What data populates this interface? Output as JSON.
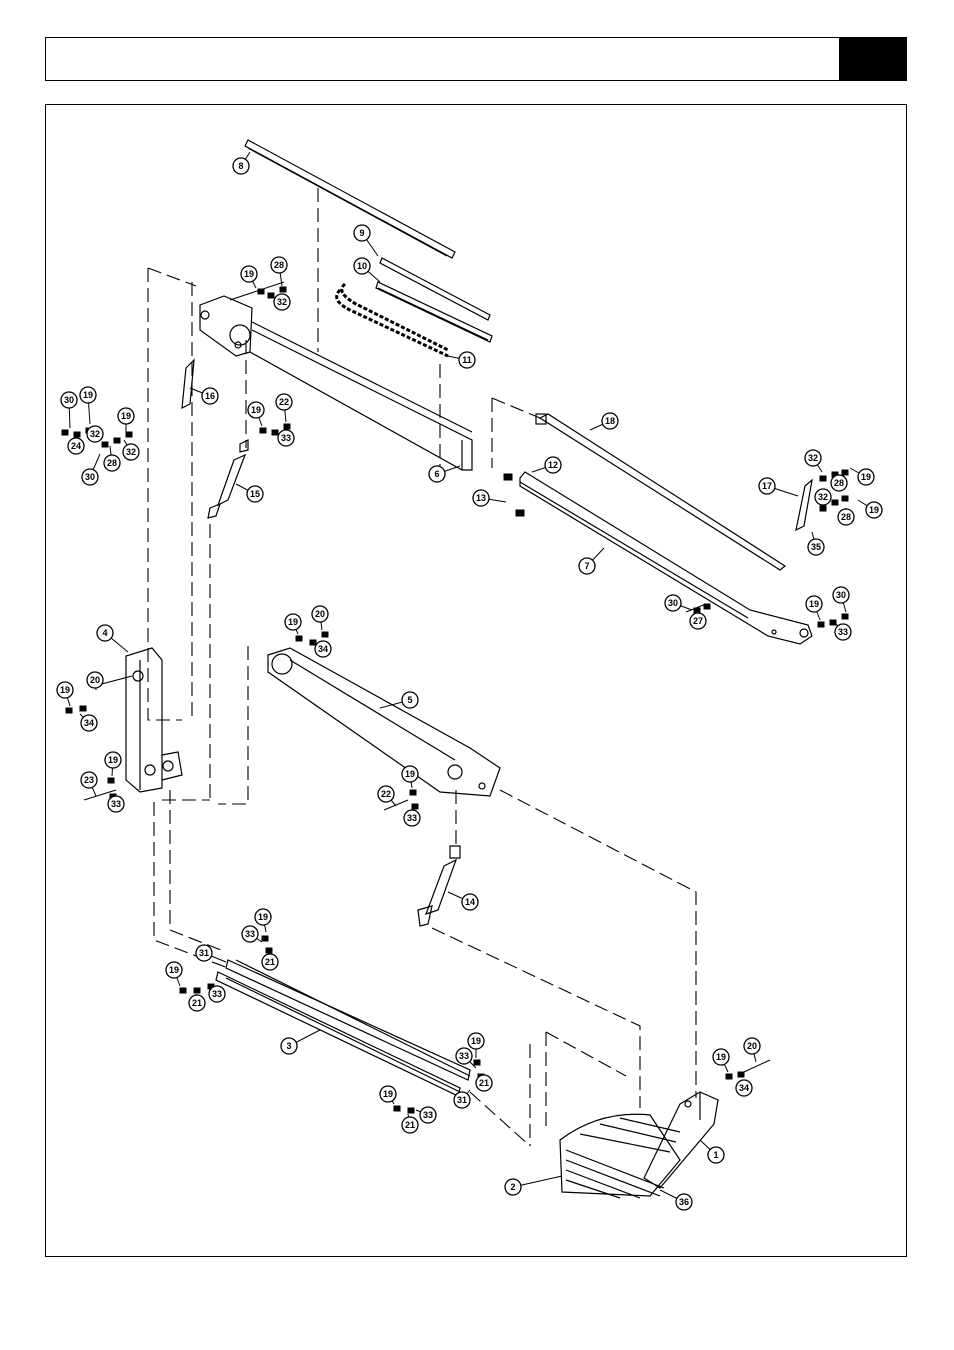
{
  "header": {
    "title": "",
    "page_number": ""
  },
  "diagram": {
    "callouts": [
      {
        "label": "8"
      },
      {
        "label": "9"
      },
      {
        "label": "10"
      },
      {
        "label": "11"
      },
      {
        "label": "6"
      },
      {
        "label": "19"
      },
      {
        "label": "28"
      },
      {
        "label": "32"
      },
      {
        "label": "16"
      },
      {
        "label": "30"
      },
      {
        "label": "19"
      },
      {
        "label": "32"
      },
      {
        "label": "24"
      },
      {
        "label": "19"
      },
      {
        "label": "32"
      },
      {
        "label": "28"
      },
      {
        "label": "30"
      },
      {
        "label": "19"
      },
      {
        "label": "22"
      },
      {
        "label": "33"
      },
      {
        "label": "15"
      },
      {
        "label": "18"
      },
      {
        "label": "12"
      },
      {
        "label": "13"
      },
      {
        "label": "7"
      },
      {
        "label": "17"
      },
      {
        "label": "32"
      },
      {
        "label": "28"
      },
      {
        "label": "19"
      },
      {
        "label": "32"
      },
      {
        "label": "28"
      },
      {
        "label": "19"
      },
      {
        "label": "35"
      },
      {
        "label": "30"
      },
      {
        "label": "27"
      },
      {
        "label": "19"
      },
      {
        "label": "30"
      },
      {
        "label": "33"
      },
      {
        "label": "4"
      },
      {
        "label": "19"
      },
      {
        "label": "20"
      },
      {
        "label": "34"
      },
      {
        "label": "19"
      },
      {
        "label": "20"
      },
      {
        "label": "34"
      },
      {
        "label": "23"
      },
      {
        "label": "19"
      },
      {
        "label": "33"
      },
      {
        "label": "5"
      },
      {
        "label": "22"
      },
      {
        "label": "19"
      },
      {
        "label": "33"
      },
      {
        "label": "14"
      },
      {
        "label": "19"
      },
      {
        "label": "33"
      },
      {
        "label": "21"
      },
      {
        "label": "31"
      },
      {
        "label": "19"
      },
      {
        "label": "21"
      },
      {
        "label": "33"
      },
      {
        "label": "3"
      },
      {
        "label": "19"
      },
      {
        "label": "33"
      },
      {
        "label": "21"
      },
      {
        "label": "19"
      },
      {
        "label": "21"
      },
      {
        "label": "33"
      },
      {
        "label": "31"
      },
      {
        "label": "19"
      },
      {
        "label": "20"
      },
      {
        "label": "34"
      },
      {
        "label": "1"
      },
      {
        "label": "2"
      },
      {
        "label": "36"
      }
    ]
  },
  "colors": {
    "ink": "#000000",
    "paper": "#ffffff"
  }
}
